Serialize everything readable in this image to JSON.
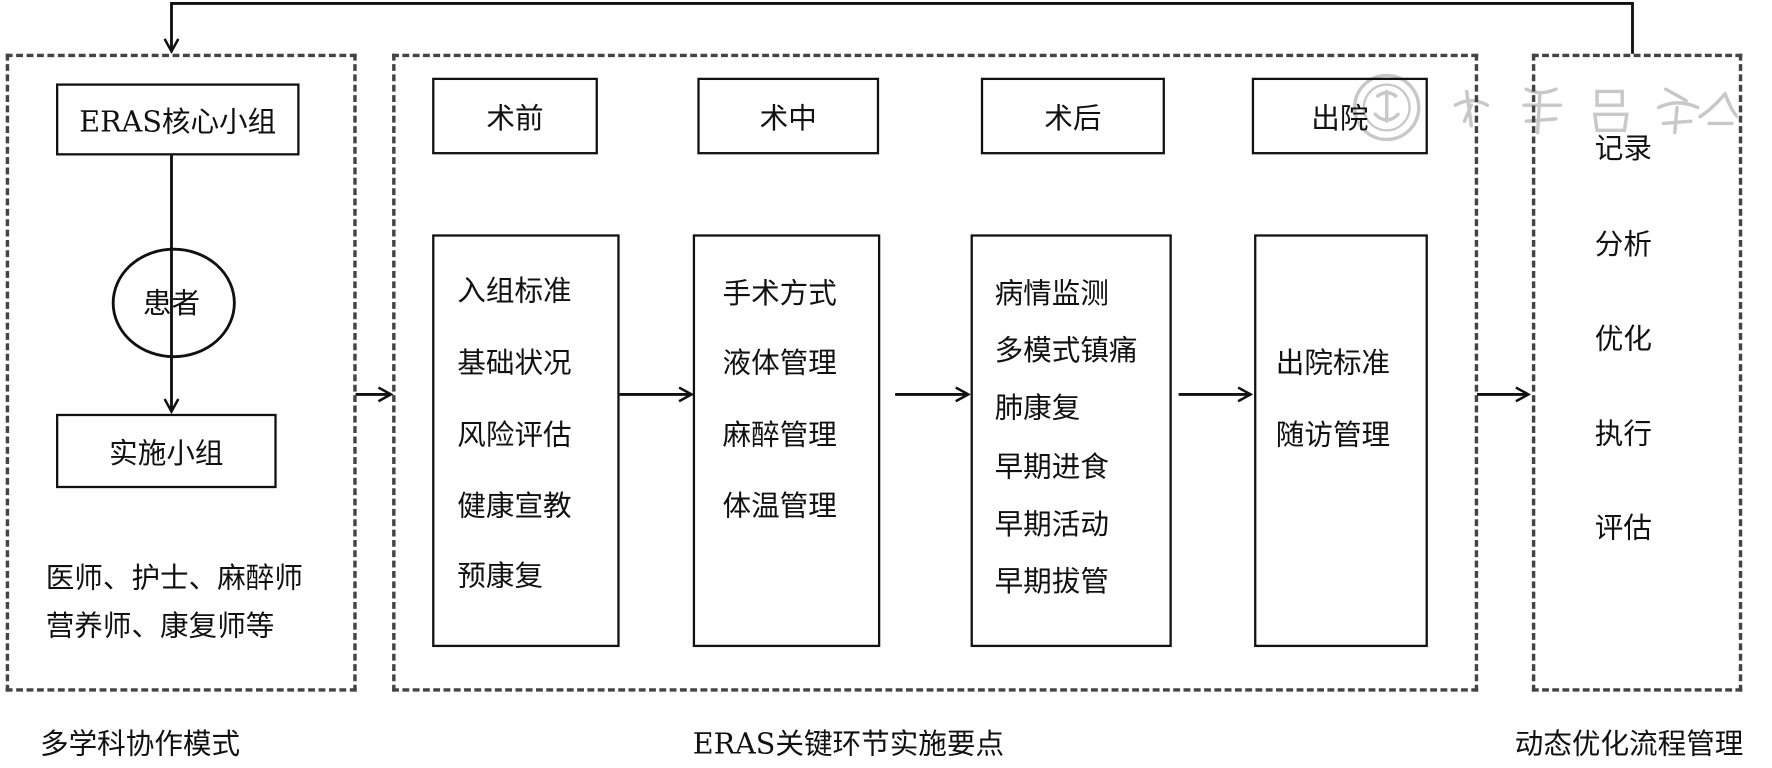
{
  "left_panel": {
    "core_team": "ERAS核心小组",
    "patient": "患者",
    "implementation_team": "实施小组",
    "members": [
      "医师、护士、麻醉师",
      "营养师、康复师等"
    ],
    "caption": "多学科协作模式"
  },
  "middle_panel": {
    "stages": [
      {
        "title": "术前",
        "items": [
          "入组标准",
          "基础状况",
          "风险评估",
          "健康宣教",
          "预康复"
        ]
      },
      {
        "title": "术中",
        "items": [
          "手术方式",
          "液体管理",
          "麻醉管理",
          "体温管理"
        ]
      },
      {
        "title": "术后",
        "items": [
          "病情监测",
          "多模式镇痛",
          "肺康复",
          "早期进食",
          "早期活动",
          "早期拔管"
        ]
      },
      {
        "title": "出院",
        "items": [
          "出院标准",
          "随访管理"
        ]
      }
    ],
    "caption": "ERAS关键环节实施要点"
  },
  "right_panel": {
    "items": [
      "记录",
      "分析",
      "优化",
      "执行",
      "评估"
    ],
    "caption": "动态优化流程管理"
  },
  "watermark": "中华医学会"
}
